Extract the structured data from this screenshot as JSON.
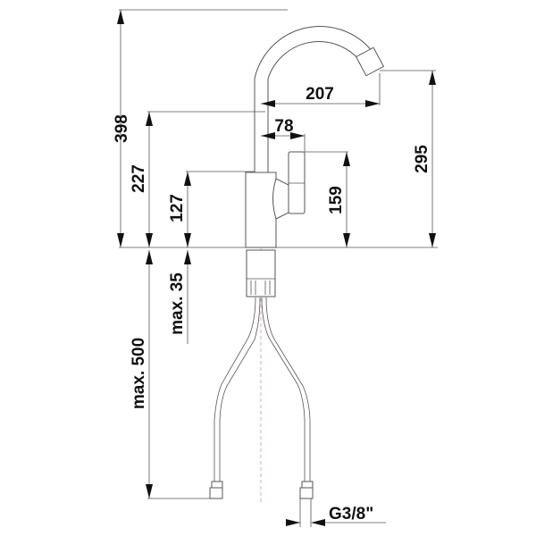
{
  "drawing": {
    "title": "Faucet dimension drawing",
    "dimensions": {
      "total_height": "398",
      "spout_reach": "207",
      "handle_offset": "78",
      "spout_outlet_height": "295",
      "tube_height": "227",
      "body_height": "127",
      "handle_height": "159",
      "max_deck_thickness": "max. 35",
      "max_hose_length": "max. 500",
      "connection_thread": "G3/8\""
    }
  }
}
